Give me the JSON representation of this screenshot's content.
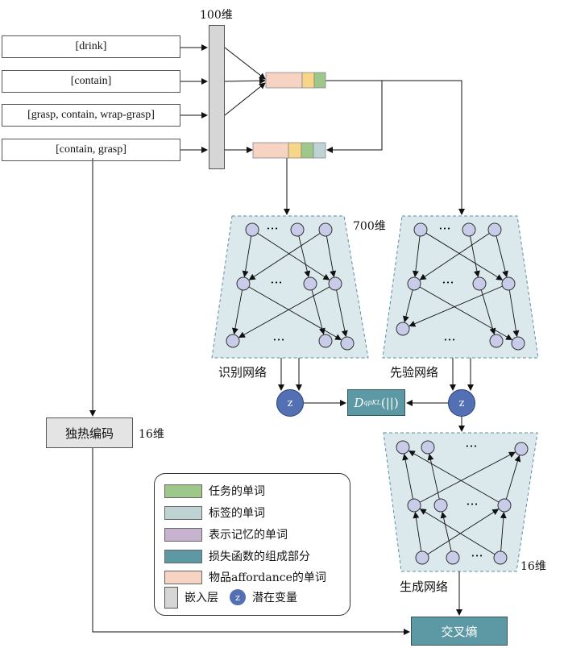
{
  "inputs": [
    {
      "text": "[drink]",
      "color": "#9ec88a"
    },
    {
      "text": "[contain]",
      "color": "#f7d589"
    },
    {
      "text": "[grasp, contain, wrap-grasp]",
      "color": "#f7d3c4"
    },
    {
      "text": "[contain, grasp]",
      "color": "#bfd3d4"
    }
  ],
  "labels": {
    "embed_dim": "100维",
    "hidden_dim": "700维",
    "onehot_dim": "16维",
    "gen_dim": "16维",
    "recognition_net": "识别网络",
    "prior_net": "先验网络",
    "generation_net": "生成网络",
    "onehot": "独热编码",
    "kl_D": "D",
    "kl_sub": "qpKL",
    "kl_arg": "(||)",
    "cross_entropy": "交叉熵",
    "z": "z",
    "ellipsis": "···"
  },
  "legend": {
    "items": [
      {
        "label": "任务的单词",
        "color": "#9ec88a"
      },
      {
        "label": "标签的单词",
        "color": "#bfd3d4"
      },
      {
        "label": "表示记忆的单词",
        "color": "#c7b3d0"
      },
      {
        "label": "损失函数的组成部分",
        "color": "#5c99a4"
      },
      {
        "label": "物品affordance的单词",
        "color": "#f7d3c4"
      }
    ],
    "embed_label": "嵌入层",
    "latent_label": "潜在变量",
    "embed_color": "#d6d6d6",
    "latent_color": "#5470b4"
  },
  "colors": {
    "net_fill": "#dce9ec",
    "node_fill": "#c8cce8",
    "pink": "#f7d3c4",
    "yellow": "#f7d589",
    "green": "#9ec88a",
    "teal": "#bfd3d4"
  }
}
